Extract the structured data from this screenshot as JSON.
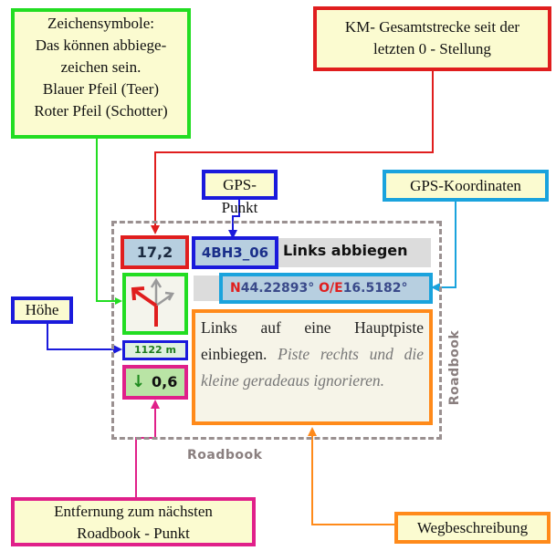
{
  "callouts": {
    "symbols": [
      "Zeichensymbole:",
      "Das können abbiege-",
      "zeichen sein.",
      "Blauer Pfeil (Teer)",
      "Roter Pfeil (Schotter)"
    ],
    "km_total": [
      "KM- Gesamtstrecke seit der",
      "letzten 0 - Stellung"
    ],
    "gps_point": "GPS-Punkt",
    "gps_coords": "GPS-Koordinaten",
    "altitude": "Höhe",
    "distance_next": [
      "Entfernung zum nächsten",
      "Roadbook - Punkt"
    ],
    "route_description": "Wegbeschreibung"
  },
  "roadbook": {
    "km": "17,2",
    "waypoint_id": "4BH3_06",
    "instruction": "Links abbiegen",
    "coord_n_prefix": "N",
    "coord_n_value": "44.22893°",
    "coord_e_prefix": "O/E",
    "coord_e_value": "16.5182°",
    "altitude": "1122 m",
    "distance": "0,6",
    "description_normal": "Links auf eine Hauptpiste einbiegen.",
    "description_italic": "Piste rechts und die kleine geradeaus ignorieren.",
    "label_bottom": "Roadbook",
    "label_side": "Roadbook"
  },
  "colors": {
    "green": "#22dd22",
    "red": "#e01e1e",
    "blue": "#1a1adc",
    "cyan": "#1aa3dd",
    "magenta": "#e0208a",
    "orange": "#ff8a1a",
    "callout_bg": "#fbfbd0"
  },
  "icons": [
    "arrow-down-icon",
    "turn-left-arrow-icon",
    "straight-arrow-icon",
    "right-arrow-icon"
  ]
}
